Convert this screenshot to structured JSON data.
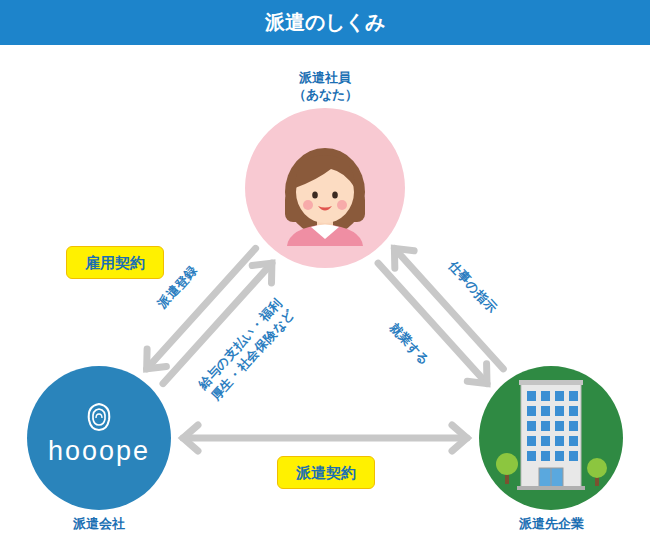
{
  "diagram": {
    "title": "派遣のしくみ",
    "nodes": [
      {
        "text": [
          "派遣社員 （あなた）"
        ]
      },
      {
        "text": [
          "雇用契約"
        ]
      },
      {
        "text": [
          "hooope",
          "派遣会社"
        ]
      },
      {
        "text": [
          "派遣先企業"
        ]
      },
      {
        "text": [
          "派遣契約"
        ]
      }
    ],
    "edges": [
      {
        "from": 0,
        "to": 2,
        "label": "派遣登録",
        "arrow": "to"
      },
      {
        "from": 2,
        "to": 0,
        "label": "給与の支払い・福利 厚生・社会保険など",
        "arrow": "to"
      },
      {
        "from": 3,
        "to": 0,
        "label": "仕事の指示",
        "arrow": "to"
      },
      {
        "from": 0,
        "to": 3,
        "label": "就業する",
        "arrow": "to"
      },
      {
        "from": 2,
        "to": 3,
        "arrow": "both"
      }
    ]
  }
}
